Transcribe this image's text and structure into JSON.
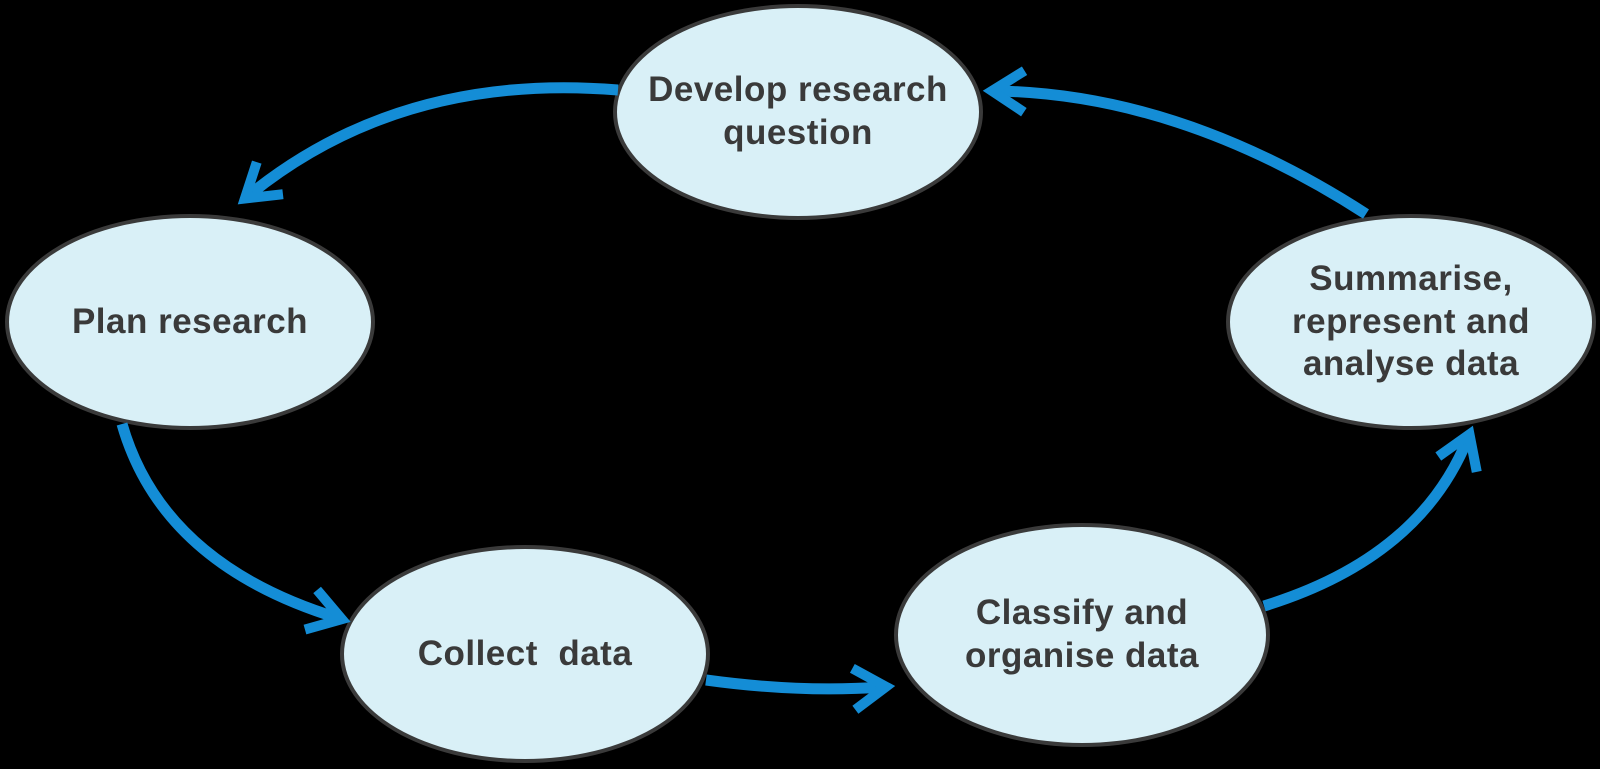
{
  "diagram": {
    "type": "cycle-flowchart",
    "theme": {
      "background": "#000000",
      "node_fill": "#d9f0f7",
      "node_outline": "#3a3a3a",
      "text_color": "#3a3a3a",
      "arrow_color": "#148dd6"
    },
    "nodes": [
      {
        "id": "develop",
        "label": "Develop research\nquestion"
      },
      {
        "id": "plan",
        "label": "Plan research"
      },
      {
        "id": "collect",
        "label": "Collect  data"
      },
      {
        "id": "classify",
        "label": "Classify and\norganise data"
      },
      {
        "id": "summarise",
        "label": "Summarise,\nrepresent and\nanalyse data"
      }
    ],
    "edges": [
      {
        "from": "develop",
        "to": "plan"
      },
      {
        "from": "plan",
        "to": "collect"
      },
      {
        "from": "collect",
        "to": "classify"
      },
      {
        "from": "classify",
        "to": "summarise"
      },
      {
        "from": "summarise",
        "to": "develop"
      }
    ]
  }
}
